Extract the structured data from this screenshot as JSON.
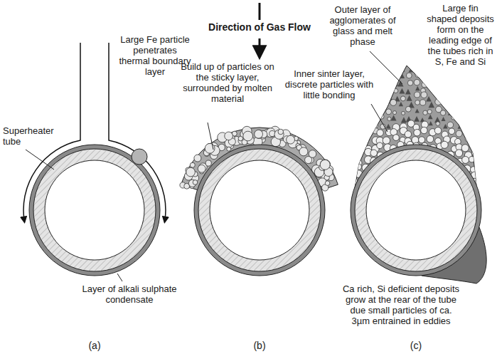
{
  "diagram": {
    "labels": [
      "Direction of Gas Flow",
      "Large Fe particle penetrates thermal boundary layer",
      "Superheater tube",
      "Layer of alkali sulphate condensate",
      "(a)",
      "Build up of particles on the sticky layer, surrounded by molten material",
      "(b)",
      "Outer layer of agglomerates of glass and melt phase",
      "Inner sinter layer, discrete particles with little bonding",
      "Large fin shaped deposits form on the leading edge of the tubes rich in S, Fe and Si",
      "Ca rich, Si deficient deposits grow at the rear of the tube due small particles of ca. 3µm entrained in eddies",
      "(c)"
    ]
  }
}
